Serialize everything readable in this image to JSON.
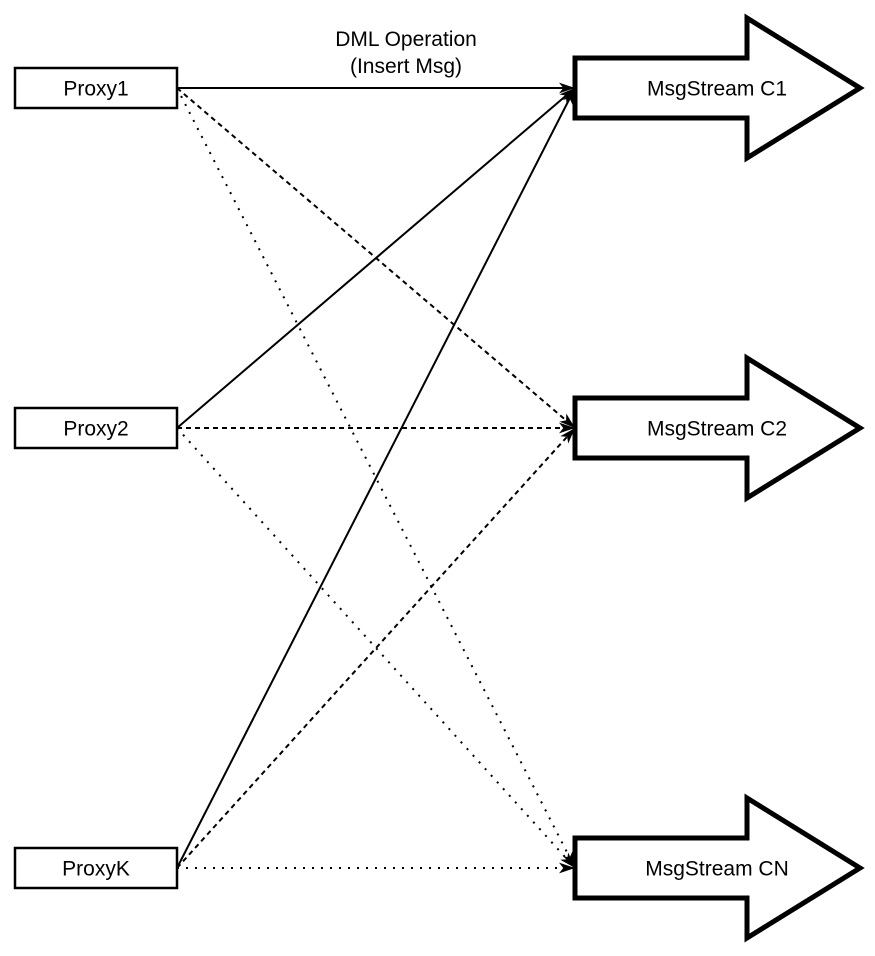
{
  "title": {
    "line1": "DML Operation",
    "line2": "(Insert Msg)"
  },
  "proxies": [
    {
      "id": "proxy1",
      "label": "Proxy1"
    },
    {
      "id": "proxy2",
      "label": "Proxy2"
    },
    {
      "id": "proxyk",
      "label": "ProxyK"
    }
  ],
  "streams": [
    {
      "id": "c1",
      "label": "MsgStream C1"
    },
    {
      "id": "c2",
      "label": "MsgStream C2"
    },
    {
      "id": "cn",
      "label": "MsgStream CN"
    }
  ],
  "edges": [
    {
      "from": "proxy1",
      "to": "c1",
      "style": "solid"
    },
    {
      "from": "proxy2",
      "to": "c1",
      "style": "solid"
    },
    {
      "from": "proxyk",
      "to": "c1",
      "style": "solid"
    },
    {
      "from": "proxy1",
      "to": "c2",
      "style": "dashed"
    },
    {
      "from": "proxy2",
      "to": "c2",
      "style": "dashed"
    },
    {
      "from": "proxyk",
      "to": "c2",
      "style": "dashed"
    },
    {
      "from": "proxy1",
      "to": "cn",
      "style": "dotted"
    },
    {
      "from": "proxy2",
      "to": "cn",
      "style": "dotted"
    },
    {
      "from": "proxyk",
      "to": "cn",
      "style": "dotted"
    }
  ],
  "colors": {
    "line": "#000000",
    "shape_fill": "#ffffff",
    "background": "#ffffff"
  }
}
